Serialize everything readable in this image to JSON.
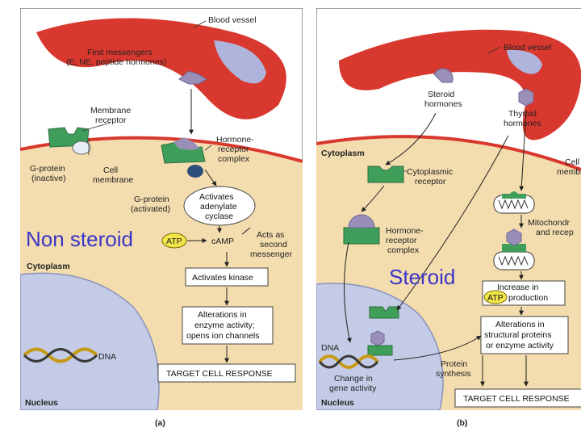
{
  "panel_a": {
    "blood_vessel": "Blood vessel",
    "first_messengers_1": "First messengers",
    "first_messengers_2": "(E, NE, peptide hormones)",
    "membrane_receptor_1": "Membrane",
    "membrane_receptor_2": "receptor",
    "hormone_receptor_1": "Hormone-",
    "hormone_receptor_2": "receptor",
    "hormone_receptor_3": "complex",
    "g_protein_inactive_1": "G-protein",
    "g_protein_inactive_2": "(inactive)",
    "cell_membrane_1": "Cell",
    "cell_membrane_2": "membrane",
    "g_protein_activated_1": "G-protein",
    "g_protein_activated_2": "(activated)",
    "adenylate_1": "Activates",
    "adenylate_2": "adenylate",
    "adenylate_3": "cyclase",
    "overlay": "Non steroid",
    "atp": "ATP",
    "camp": "cAMP",
    "second_messenger_1": "Acts as",
    "second_messenger_2": "second",
    "second_messenger_3": "messenger",
    "cytoplasm": "Cytoplasm",
    "activates_kinase": "Activates kinase",
    "alterations_1": "Alterations in",
    "alterations_2": "enzyme activity;",
    "alterations_3": "opens ion channels",
    "dna": "DNA",
    "target": "TARGET CELL RESPONSE",
    "nucleus": "Nucleus",
    "caption": "(a)"
  },
  "panel_b": {
    "blood_vessel": "Blood vessel",
    "steroid_hormones_1": "Steroid",
    "steroid_hormones_2": "hormones",
    "thyroid_hormones_1": "Thyroid",
    "thyroid_hormones_2": "hormones",
    "cytoplasm": "Cytoplasm",
    "cell_membrane_1": "Cell",
    "cell_membrane_2": "membr",
    "cyto_receptor_1": "Cytoplasmic",
    "cyto_receptor_2": "receptor",
    "mito_1": "Mitochondr",
    "mito_2": "and recep",
    "hormone_receptor_1": "Hormone-",
    "hormone_receptor_2": "receptor",
    "hormone_receptor_3": "complex",
    "overlay": "Steroid",
    "increase_1": "Increase in",
    "atp": "ATP",
    "increase_2": "production",
    "alterations_1": "Alterations in",
    "alterations_2": "structural proteins",
    "alterations_3": "or enzyme activity",
    "dna": "DNA",
    "protein_synthesis_1": "Protein",
    "protein_synthesis_2": "synthesis",
    "change_1": "Change in",
    "change_2": "gene activity",
    "nucleus": "Nucleus",
    "target": "TARGET CELL RESPONSE",
    "caption": "(b)"
  },
  "colors": {
    "cell": "#f3dcae",
    "vessel": "#d9382e",
    "vessel_lumen": "#aeb4dc",
    "receptor": "#3f9e5a",
    "hormone": "#9a8fb8",
    "nucleus": "#c4cbe6",
    "overlay_text": "#3a35c8",
    "atp": "#f2e64a"
  }
}
